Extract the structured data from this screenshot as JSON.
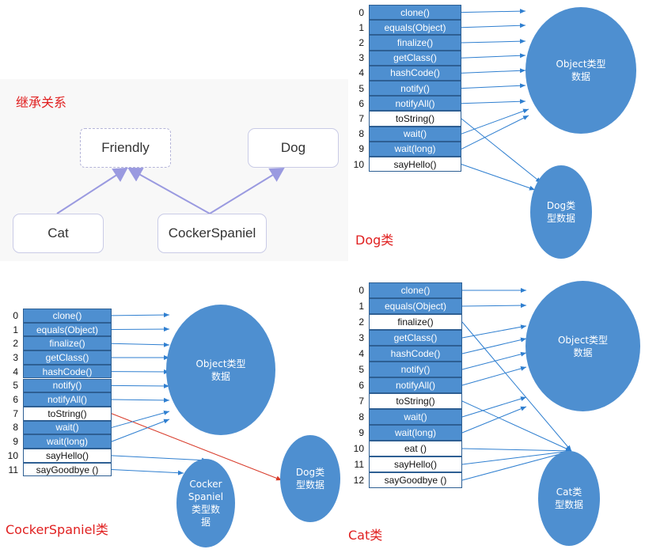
{
  "inheritance": {
    "label": "继承关系",
    "nodes": {
      "friendly": "Friendly",
      "dog": "Dog",
      "cat": "Cat",
      "cocker": "CockerSpaniel"
    }
  },
  "dog": {
    "label": "Dog类",
    "methods": [
      "clone()",
      "equals(Object)",
      "finalize()",
      "getClass()",
      "hashCode()",
      "notify()",
      "notifyAll()",
      "toString()",
      "wait()",
      "wait(long)",
      "sayHello()"
    ],
    "indices": [
      "0",
      "1",
      "2",
      "3",
      "4",
      "5",
      "6",
      "7",
      "8",
      "9",
      "10"
    ],
    "object_data": "Object类型\n数据",
    "class_data": "Dog类\n型数据"
  },
  "cocker": {
    "label": "CockerSpaniel类",
    "methods": [
      "clone()",
      "equals(Object)",
      "finalize()",
      "getClass()",
      "hashCode()",
      "notify()",
      "notifyAll()",
      "toString()",
      "wait()",
      "wait(long)",
      "sayHello()",
      "sayGoodbye ()"
    ],
    "indices": [
      "0",
      "1",
      "2",
      "3",
      "4",
      "5",
      "6",
      "7",
      "8",
      "9",
      "10",
      "11"
    ],
    "object_data": "Object类型\n数据",
    "class_data": "Cocker\nSpaniel\n类型数\n据",
    "dog_data": "Dog类\n型数据"
  },
  "cat": {
    "label": "Cat类",
    "methods": [
      "clone()",
      "equals(Object)",
      "finalize()",
      "getClass()",
      "hashCode()",
      "notify()",
      "notifyAll()",
      "toString()",
      "wait()",
      "wait(long)",
      "eat ()",
      "sayHello()",
      "sayGoodbye ()"
    ],
    "indices": [
      "0",
      "1",
      "2",
      "3",
      "4",
      "5",
      "6",
      "7",
      "8",
      "9",
      "10",
      "11",
      "12"
    ],
    "object_data": "Object类型\n数据",
    "class_data": "Cat类\n型数据"
  },
  "colors": {
    "blue": "#4e8fd0",
    "label_red": "#e02020",
    "arrow_blue": "#2f7fd0",
    "arrow_red": "#d83b2a",
    "uml_arrow": "#9a9ae0"
  }
}
